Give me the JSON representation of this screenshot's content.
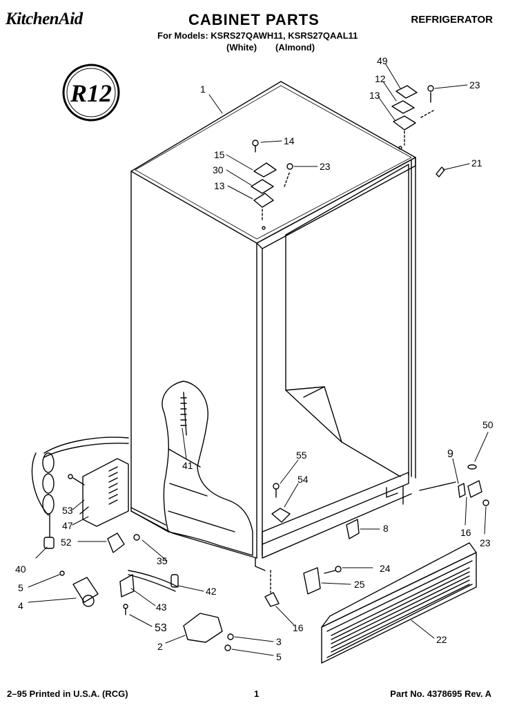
{
  "header": {
    "brand": "KitchenAid",
    "title": "CABINET PARTS",
    "appliance": "REFRIGERATOR",
    "models_line": "For Models: KSRS27QAWH11, KSRS27QAAL11",
    "variant_white": "(White)",
    "variant_almond": "(Almond)"
  },
  "badge": {
    "text": "R12"
  },
  "callouts": {
    "c1": "1",
    "c49": "49",
    "c12": "12",
    "c23a": "23",
    "c13a": "13",
    "c21": "21",
    "c14": "14",
    "c15": "15",
    "c23b": "23",
    "c30": "30",
    "c13b": "13",
    "c41": "41",
    "c50": "50",
    "c9": "9",
    "c55": "55",
    "c54": "54",
    "c53a": "53",
    "c47": "47",
    "c52": "52",
    "c16a": "16",
    "c23c": "23",
    "c8": "8",
    "c40": "40",
    "c35": "35",
    "c24": "24",
    "c25": "25",
    "c5a": "5",
    "c42": "42",
    "c4": "4",
    "c43": "43",
    "c53b": "53",
    "c16b": "16",
    "c22": "22",
    "c3": "3",
    "c2": "2",
    "c5b": "5"
  },
  "footer": {
    "left": "2–95 Printed in U.S.A. (RCG)",
    "page": "1",
    "right": "Part No. 4378695 Rev. A"
  }
}
